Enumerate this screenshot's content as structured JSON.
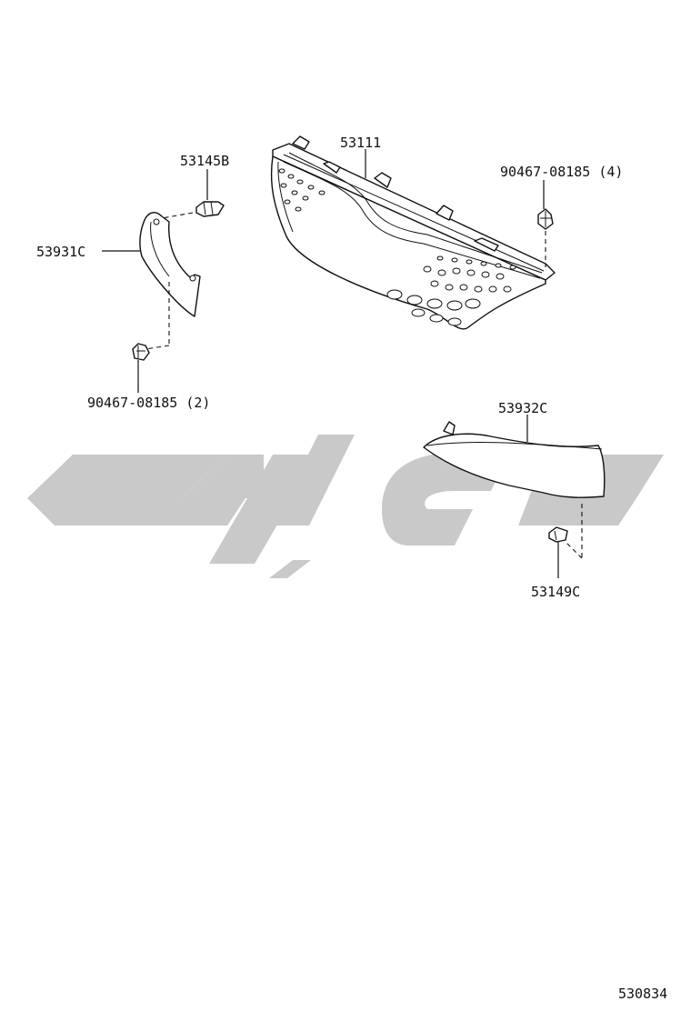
{
  "colors": {
    "background": "#ffffff",
    "line": "#111111",
    "watermark": "#c9c9c9"
  },
  "labels": {
    "grille": "53111",
    "clip_upper_left": "53145B",
    "molding_left": "53931C",
    "clip_right_qty": "90467-08185 (4)",
    "clip_left_qty": "90467-08185 (2)",
    "molding_right": "53932C",
    "clip_lower_right": "53149C",
    "figure_number": "530834"
  },
  "watermark": {
    "icon": "brand-watermark-logo"
  }
}
